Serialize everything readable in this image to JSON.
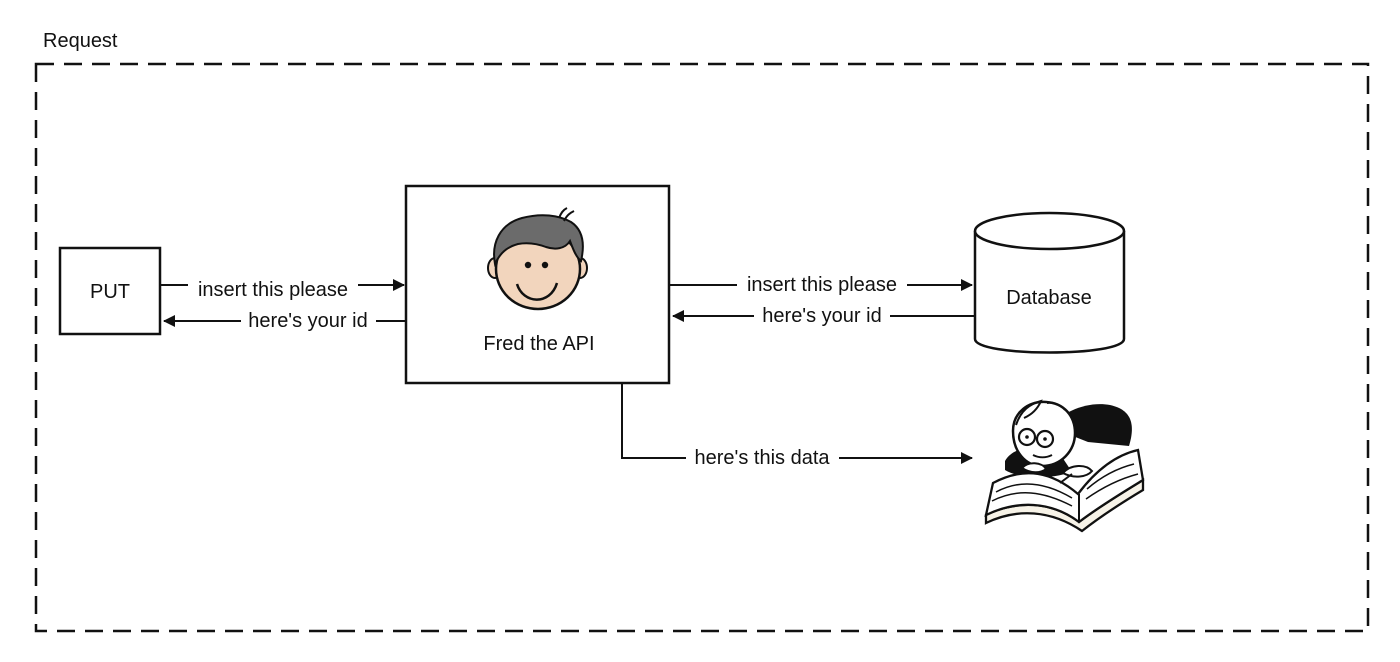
{
  "frame": {
    "title": "Request"
  },
  "nodes": {
    "client": {
      "label": "PUT"
    },
    "api": {
      "label": "Fred the API",
      "icon": "smiling-face-icon"
    },
    "database": {
      "label": "Database",
      "icon": "cylinder-database-icon"
    },
    "reader": {
      "icon": "reading-man-icon"
    }
  },
  "edges": {
    "client_to_api": {
      "label": "insert this please"
    },
    "api_to_client": {
      "label": "here's your id"
    },
    "api_to_db": {
      "label": "insert this please"
    },
    "db_to_api": {
      "label": "here's your id"
    },
    "api_to_reader": {
      "label": "here's this data"
    }
  },
  "colors": {
    "stroke": "#111111",
    "background": "#ffffff",
    "hair": "#6b6b6b",
    "skin": "#f2d5bd",
    "page": "#f7f3e8"
  }
}
